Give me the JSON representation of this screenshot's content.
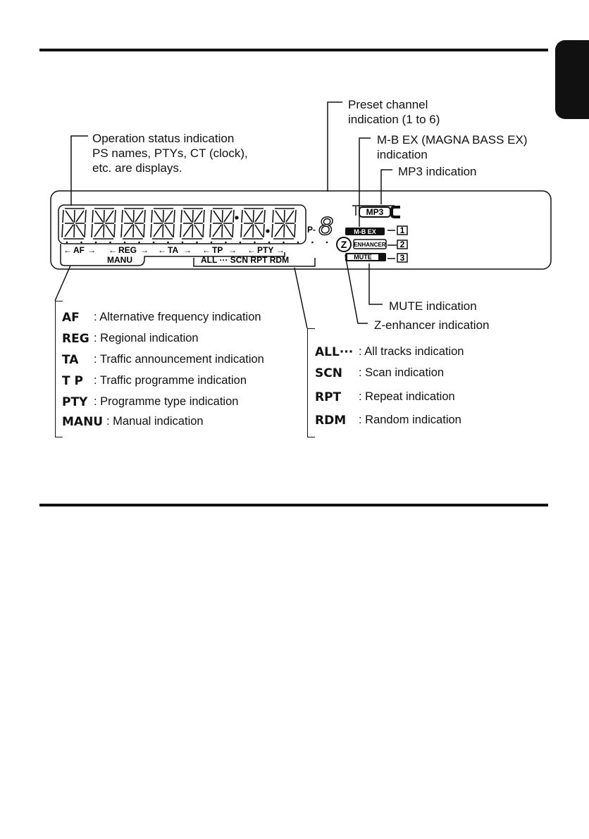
{
  "display": {
    "preset_prefix": "P-",
    "preset_digit": "8",
    "mp3_badge": "MP3",
    "mbex_badge": "M-B EX",
    "enhancer_badge": "ENHANCER",
    "mute_badge": "MUTE",
    "z_logo": "Z",
    "preset_numbers": [
      "1",
      "2",
      "3"
    ],
    "tuner_row": [
      "AF",
      "REG",
      "TA",
      "TP",
      "PTY"
    ],
    "manu": "MANU",
    "playback_row": "ALL ··· SCN RPT RDM"
  },
  "callouts": {
    "preset_line1": "Preset channel",
    "preset_line2": "indication (1 to 6)",
    "operation_line1": "Operation status indication",
    "operation_line2": "PS names, PTYs, CT (clock),",
    "operation_line3": "etc. are displays.",
    "mbex_line1": "M-B EX (MAGNA BASS EX)",
    "mbex_line2": "indication",
    "mp3": "MP3 indication",
    "mute": "MUTE indication",
    "zenhancer": "Z-enhancer indication"
  },
  "left_legend": [
    {
      "key": "AF",
      "desc": ": Alternative frequency indication"
    },
    {
      "key": "REG",
      "desc": ": Regional indication"
    },
    {
      "key": "TA",
      "desc": ": Traffic announcement indication"
    },
    {
      "key": "T P",
      "desc": ": Traffic programme indication"
    },
    {
      "key": "PTY",
      "desc": ": Programme type indication"
    },
    {
      "key": "MANU",
      "desc": ": Manual indication"
    }
  ],
  "right_legend": [
    {
      "key": "ALL···",
      "desc": ": All tracks indication"
    },
    {
      "key": "SCN",
      "desc": ": Scan indication"
    },
    {
      "key": "RPT",
      "desc": ": Repeat indication"
    },
    {
      "key": "RDM",
      "desc": ": Random indication"
    }
  ]
}
